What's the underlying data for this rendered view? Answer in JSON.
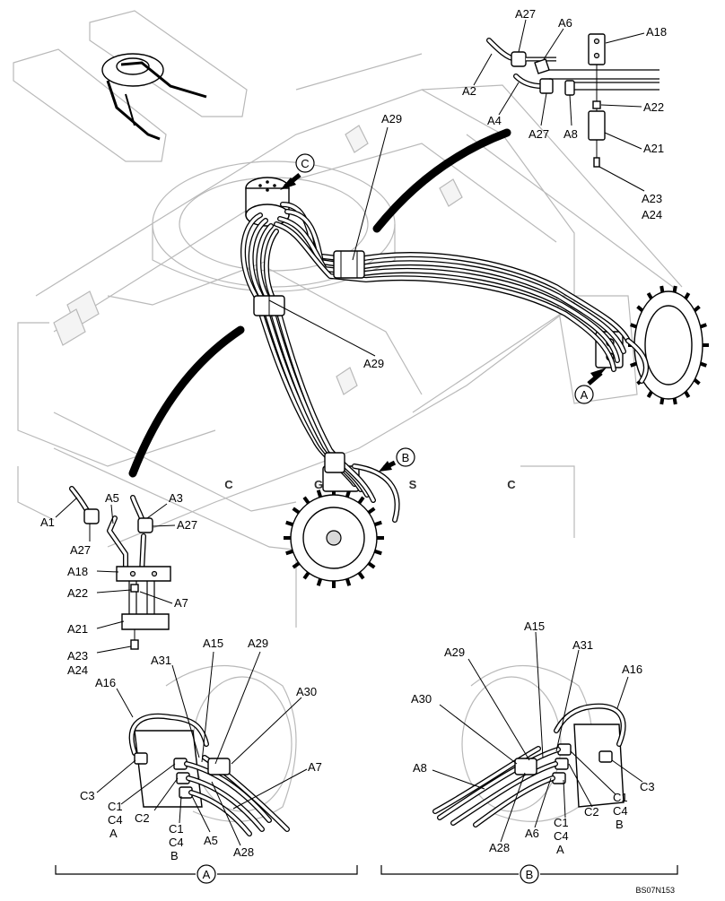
{
  "labels": {
    "main": {
      "A29_top": "A29",
      "A29_mid": "A29",
      "view_A_marker": "A",
      "view_B_marker": "B",
      "view_C_marker": "C"
    },
    "top_detail": {
      "A27_top": "A27",
      "A6": "A6",
      "A18": "A18",
      "A2": "A2",
      "A4": "A4",
      "A22": "A22",
      "A27_bottom": "A27",
      "A8": "A8",
      "A21": "A21",
      "A23": "A23",
      "A24": "A24"
    },
    "left_detail": {
      "A5": "A5",
      "A3": "A3",
      "A1": "A1",
      "A27_left": "A27",
      "A27_right": "A27",
      "A18": "A18",
      "A22": "A22",
      "A7": "A7",
      "A21": "A21",
      "A23": "A23",
      "A24": "A24"
    },
    "view_a": {
      "A15": "A15",
      "A29": "A29",
      "A31": "A31",
      "A16": "A16",
      "A30": "A30",
      "A7": "A7",
      "C3": "C3",
      "C1": "C1",
      "C4": "C4",
      "A_sub": "A",
      "C2": "C2",
      "C1b": "C1",
      "C4b": "C4",
      "B_sub": "B",
      "A5": "A5",
      "A28": "A28",
      "caption": "A"
    },
    "view_b": {
      "A15": "A15",
      "A29": "A29",
      "A31": "A31",
      "A16": "A16",
      "A30": "A30",
      "A8": "A8",
      "C3": "C3",
      "C1": "C1",
      "C4": "C4",
      "B_sub": "B",
      "C2": "C2",
      "C1b": "C1",
      "C4b": "C4",
      "A_sub": "A",
      "A6": "A6",
      "A28": "A28",
      "caption": "B"
    }
  },
  "watermark": {
    "letters": [
      "C",
      "G",
      "S",
      "C"
    ],
    "colors": [
      "#5b9bf5",
      "#ef4b4b",
      "#f9c93a",
      "#2ea86b"
    ]
  },
  "drawing_code": "BS07N153"
}
